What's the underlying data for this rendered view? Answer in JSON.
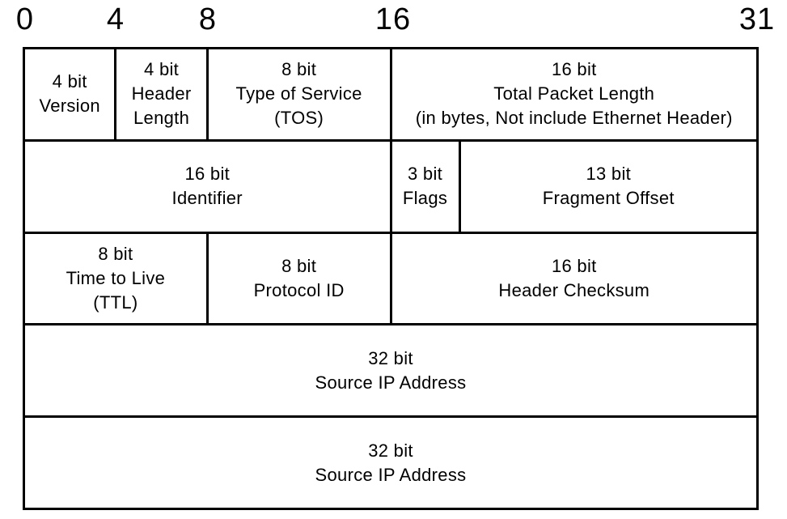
{
  "colors": {
    "background": "#ffffff",
    "line": "#000000",
    "text": "#000000"
  },
  "diagram": {
    "kind": "ipv4-header-structure",
    "bit_labels": [
      {
        "text": "0",
        "bit": 0
      },
      {
        "text": "4",
        "bit": 4
      },
      {
        "text": "8",
        "bit": 8
      },
      {
        "text": "16",
        "bit": 16
      },
      {
        "text": "31",
        "bit": 31
      }
    ],
    "rows": [
      {
        "cells": [
          {
            "bits": 4,
            "lines": [
              "4 bit",
              "Version"
            ]
          },
          {
            "bits": 4,
            "lines": [
              "4 bit",
              "Header",
              "Length"
            ]
          },
          {
            "bits": 8,
            "lines": [
              "8 bit",
              "Type of Service",
              "(TOS)"
            ]
          },
          {
            "bits": 16,
            "lines": [
              "16 bit",
              "Total Packet Length",
              "(in bytes, Not include Ethernet Header)"
            ]
          }
        ]
      },
      {
        "cells": [
          {
            "bits": 16,
            "lines": [
              "16 bit",
              "Identifier"
            ]
          },
          {
            "bits": 3,
            "lines": [
              "3 bit",
              "Flags"
            ]
          },
          {
            "bits": 13,
            "lines": [
              "13 bit",
              "Fragment Offset"
            ]
          }
        ]
      },
      {
        "cells": [
          {
            "bits": 8,
            "lines": [
              "8 bit",
              "Time to Live",
              "(TTL)"
            ]
          },
          {
            "bits": 8,
            "lines": [
              "8 bit",
              "Protocol ID"
            ]
          },
          {
            "bits": 16,
            "lines": [
              "16 bit",
              "Header Checksum"
            ]
          }
        ]
      },
      {
        "cells": [
          {
            "bits": 32,
            "lines": [
              "32 bit",
              "Source IP Address"
            ]
          }
        ]
      },
      {
        "cells": [
          {
            "bits": 32,
            "lines": [
              "32 bit",
              "Source IP Address"
            ]
          }
        ]
      }
    ]
  }
}
